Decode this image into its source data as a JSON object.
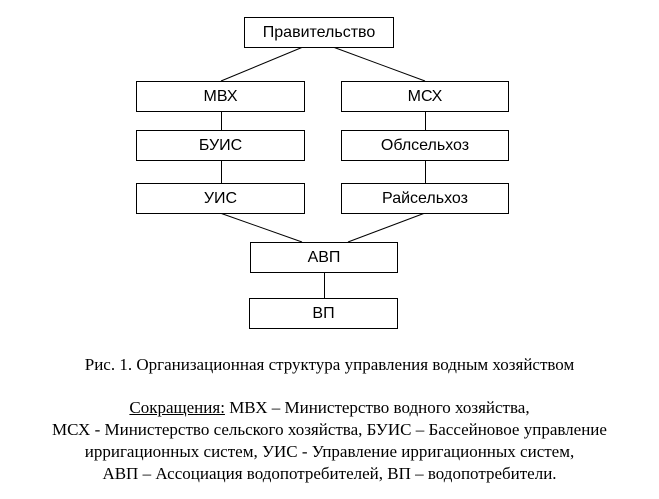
{
  "diagram": {
    "nodes": {
      "government": {
        "label": "Правительство"
      },
      "mvh": {
        "label": "МВХ"
      },
      "msh": {
        "label": "МСХ"
      },
      "buis": {
        "label": "БУИС"
      },
      "oblselhoz": {
        "label": "Облсельхоз"
      },
      "uis": {
        "label": "УИС"
      },
      "rayselhoz": {
        "label": "Райсельхоз"
      },
      "avp": {
        "label": "АВП"
      },
      "vp": {
        "label": "ВП"
      }
    },
    "edges": [
      [
        "Правительство",
        "МВХ"
      ],
      [
        "Правительство",
        "МСХ"
      ],
      [
        "МВХ",
        "БУИС"
      ],
      [
        "БУИС",
        "УИС"
      ],
      [
        "МСХ",
        "Облсельхоз"
      ],
      [
        "Облсельхоз",
        "Райсельхоз"
      ],
      [
        "УИС",
        "АВП"
      ],
      [
        "Райсельхоз",
        "АВП"
      ],
      [
        "АВП",
        "ВП"
      ]
    ]
  },
  "caption": "Рис. 1. Организационная структура управления водным хозяйством",
  "abbreviations": {
    "heading": "Сокращения:",
    "line1_rest": " МВХ – Министерство водного хозяйства,",
    "line2": "МСХ - Министерство сельского хозяйства, БУИС – Бассейновое управление",
    "line3": "ирригационных систем, УИС - Управление ирригационных систем,",
    "line4": "АВП – Ассоциация водопотребителей, ВП – водопотребители."
  },
  "colors": {
    "background": "#ffffff",
    "line": "#000000",
    "text": "#000000"
  }
}
